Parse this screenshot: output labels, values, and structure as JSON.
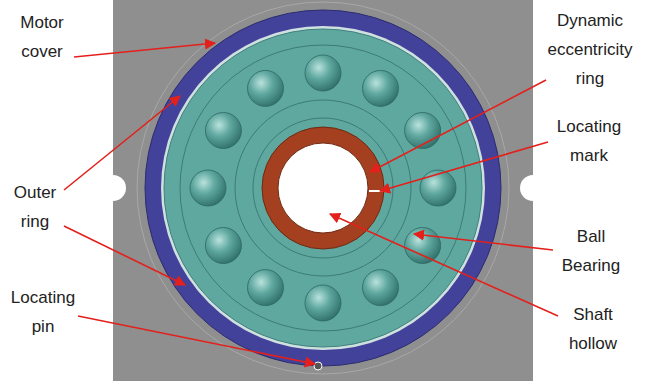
{
  "diagram": {
    "labels": [
      "Motor cover",
      "Dynamic eccentricity ring",
      "Locating mark",
      "Outer ring",
      "Ball Bearing",
      "Locating pin",
      "Shaft hollow"
    ]
  }
}
